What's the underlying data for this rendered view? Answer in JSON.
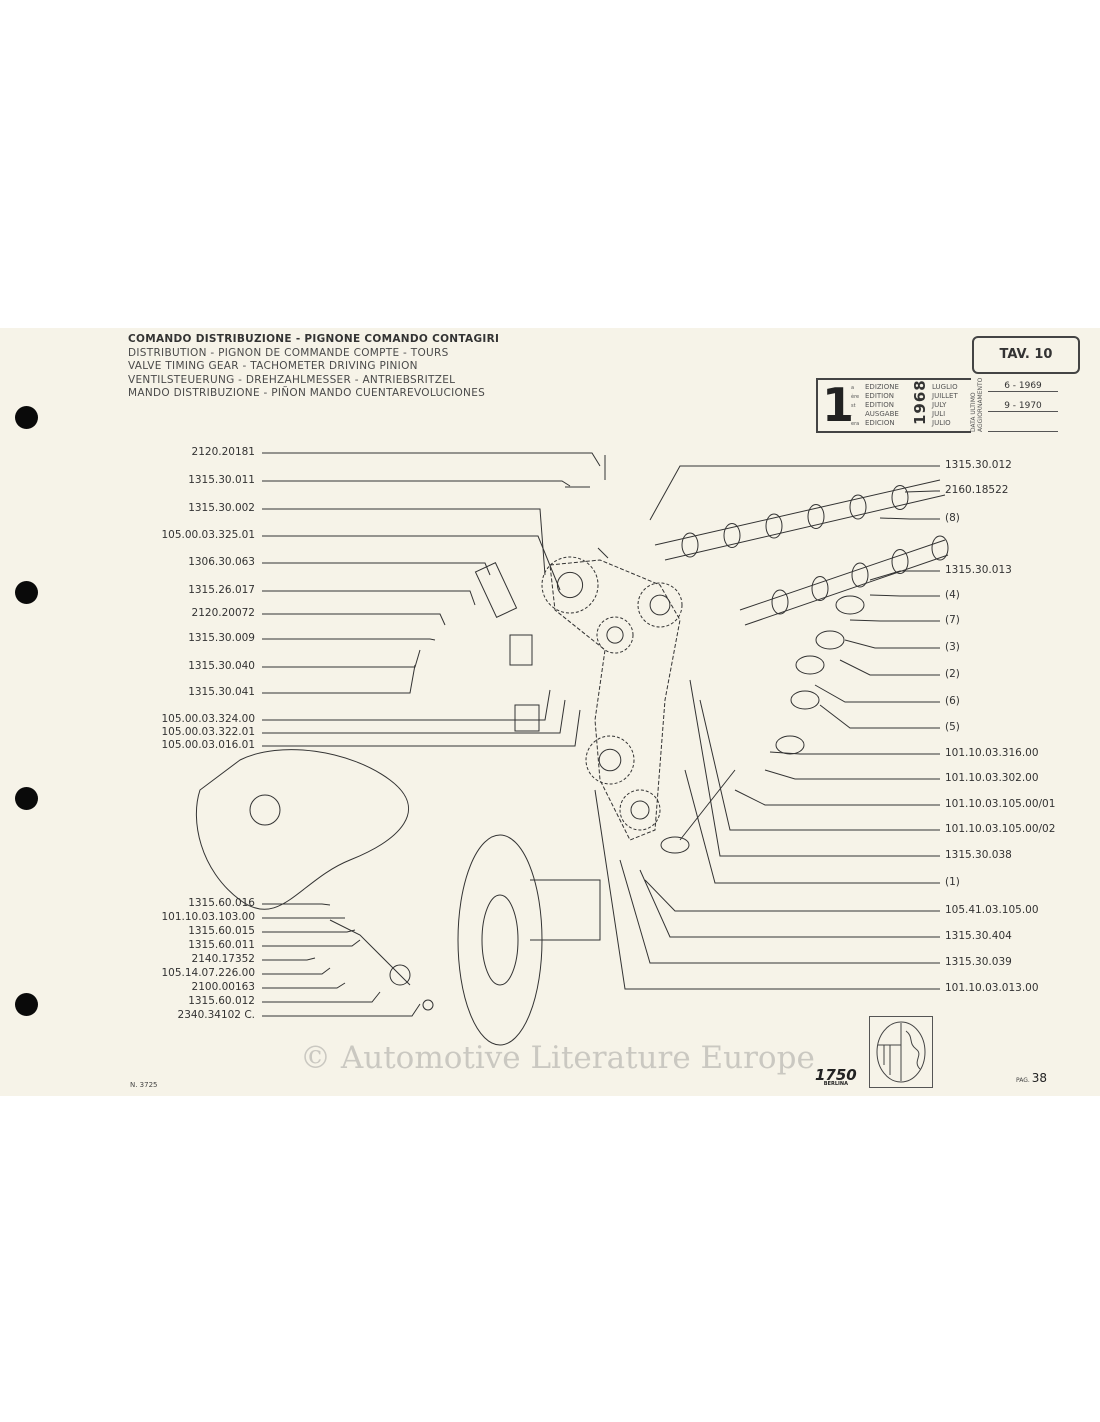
{
  "title_lines": [
    "COMANDO DISTRIBUZIONE - PIGNONE COMANDO CONTAGIRI",
    "DISTRIBUTION - PIGNON DE COMMANDE COMPTE - TOURS",
    "VALVE TIMING GEAR - TACHOMETER DRIVING PINION",
    "VENTILSTEUERUNG - DREHZAHLMESSER - ANTRIEBSRITZEL",
    "MANDO DISTRIBUZIONE - PIÑON MANDO CUENTAREVOLUCIONES"
  ],
  "table_number": "TAV. 10",
  "edition": {
    "number": "1",
    "ordinals": [
      "a",
      "ère",
      "st",
      ".",
      "era"
    ],
    "words": [
      "EDIZIONE",
      "EDITION",
      "EDITION",
      "AUSGABE",
      "EDICION"
    ],
    "year": "1968",
    "months": [
      "LUGLIO",
      "JUILLET",
      "JULY",
      "JULI",
      "JULIO"
    ],
    "update_label": [
      "DATA ULTIMO",
      "AGGIORNAMENTO"
    ],
    "update_dates": [
      "6 - 1969",
      "9 - 1970"
    ]
  },
  "left_labels": [
    "2120.20181",
    "1315.30.011",
    "1315.30.002",
    "105.00.03.325.01",
    "1306.30.063",
    "1315.26.017",
    "2120.20072",
    "1315.30.009",
    "1315.30.040",
    "1315.30.041",
    "105.00.03.324.00",
    "105.00.03.322.01",
    "105.00.03.016.01"
  ],
  "bottom_left_labels": [
    "1315.60.016",
    "101.10.03.103.00",
    "1315.60.015",
    "1315.60.011",
    "2140.17352",
    "105.14.07.226.00",
    "2100.00163",
    "1315.60.012",
    "2340.34102 C."
  ],
  "right_labels": [
    "1315.30.012",
    "2160.18522",
    "(8)",
    "1315.30.013",
    "(4)",
    "(7)",
    "(3)",
    "(2)",
    "(6)",
    "(5)",
    "101.10.03.316.00",
    "101.10.03.302.00",
    "101.10.03.105.00/01",
    "101.10.03.105.00/02",
    "1315.30.038",
    "(1)",
    "105.41.03.105.00",
    "1315.30.404",
    "1315.30.039",
    "101.10.03.013.00"
  ],
  "watermark": "© Automotive Literature Europe",
  "footer": {
    "number": "N. 3725",
    "model": "1750",
    "model_sub": "BERLINA",
    "page_label": "PAG.",
    "page": "38"
  }
}
